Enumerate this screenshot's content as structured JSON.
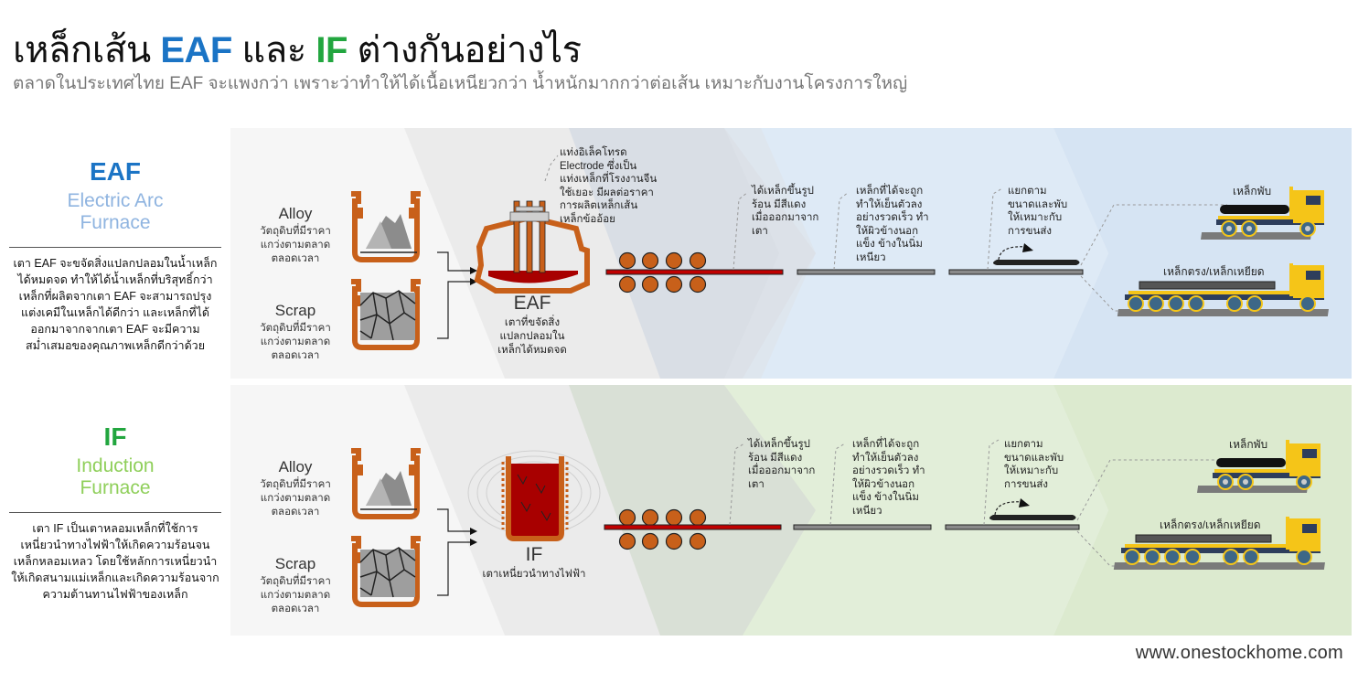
{
  "header": {
    "title_pre": "เหล็กเส้น ",
    "title_eaf": "EAF",
    "title_mid": " และ ",
    "title_if": "IF",
    "title_post": " ต่างกันอย่างไร",
    "subtitle": "ตลาดในประเทศไทย EAF จะแพงกว่า เพราะว่าทำให้ได้เนื้อเหนียวกว่า น้ำหนักมากกว่าต่อเส้น เหมาะกับงานโครงการใหญ่"
  },
  "colors": {
    "eaf_blue": "#1b74c5",
    "eaf_light": "#8fb4e0",
    "if_green": "#22a63f",
    "if_light": "#8fcf5a",
    "furnace_orange": "#c8601a",
    "molten_red": "#a80000",
    "truck_yellow": "#f5c518"
  },
  "eaf": {
    "abbr": "EAF",
    "full_line1": "Electric Arc",
    "full_line2": "Furnace",
    "description": [
      "เตา EAF จะขจัดสิ่งแปลกปลอมในน้ำเหล็ก",
      "ได้หมดจด ทำให้ได้น้ำเหล็กที่บริสุทธิ์กว่า",
      "เหล็กที่ผลิตจากเตา EAF จะสามารถปรุง",
      "แต่งเคมีในเหล็กได้ดีกว่า และเหล็กที่ได้",
      "ออกมาจากจากเตา EAF จะมีความ",
      "สม่ำเสมอของคุณภาพเหล็กดีกว่าด้วย"
    ],
    "materials": [
      {
        "name": "Alloy",
        "sub": [
          "วัตถุดิบที่มีราคา",
          "แกว่งตามตลาด",
          "ตลอดเวลา"
        ]
      },
      {
        "name": "Scrap",
        "sub": [
          "วัตถุดิบที่มีราคา",
          "แกว่งตามตลาด",
          "ตลอดเวลา"
        ]
      }
    ],
    "furnace": {
      "name": "EAF",
      "sub": [
        "เตาที่ขจัดสิ่ง",
        "แปลกปลอมใน",
        "เหล็กได้หมดจด"
      ]
    },
    "electrode_note": [
      "แท่งอิเล็คโทรด",
      "Electrode ซึ่งเป็น",
      "แท่งเหล็กที่โรงงานจีน",
      "ใช้เยอะ มีผลต่อราคา",
      "การผลิตเหล็กเส้น",
      "เหล็กข้ออ้อย"
    ],
    "steps": [
      [
        "ได้เหล็กขึ้นรูป",
        "ร้อน มีสีแดง",
        "เมื่อออกมาจาก",
        "เตา"
      ],
      [
        "เหล็กที่ได้จะถูก",
        "ทำให้เย็นตัวลง",
        "อย่างรวดเร็ว ทำ",
        "ให้ผิวข้างนอก",
        "แข็ง ข้างในนิ่ม",
        "เหนียว"
      ],
      [
        "แยกตาม",
        "ขนาดและพับ",
        "ให้เหมาะกับ",
        "การขนส่ง"
      ]
    ],
    "trucks": {
      "folded": "เหล็กพับ",
      "straight": "เหล็กตรง/เหล็กเหยียด"
    }
  },
  "if": {
    "abbr": "IF",
    "full_line1": "Induction",
    "full_line2": "Furnace",
    "description": [
      "เตา IF เป็นเตาหลอมเหล็กที่ใช้การ",
      "เหนี่ยวนำทางไฟฟ้าให้เกิดความร้อนจน",
      "เหล็กหลอมเหลว โดยใช้หลักการเหนี่ยวนำ",
      "ให้เกิดสนามแม่เหล็กและเกิดความร้อนจาก",
      "ความต้านทานไฟฟ้าของเหล็ก"
    ],
    "materials": [
      {
        "name": "Alloy",
        "sub": [
          "วัตถุดิบที่มีราคา",
          "แกว่งตามตลาด",
          "ตลอดเวลา"
        ]
      },
      {
        "name": "Scrap",
        "sub": [
          "วัตถุดิบที่มีราคา",
          "แกว่งตามตลาด",
          "ตลอดเวลา"
        ]
      }
    ],
    "furnace": {
      "name": "IF",
      "sub": [
        "เตาเหนี่ยวนำทางไฟฟ้า"
      ]
    },
    "steps": [
      [
        "ได้เหล็กขึ้นรูป",
        "ร้อน มีสีแดง",
        "เมื่อออกมาจาก",
        "เตา"
      ],
      [
        "เหล็กที่ได้จะถูก",
        "ทำให้เย็นตัวลง",
        "อย่างรวดเร็ว ทำ",
        "ให้ผิวข้างนอก",
        "แข็ง ข้างในนิ่ม",
        "เหนียว"
      ],
      [
        "แยกตาม",
        "ขนาดและพับ",
        "ให้เหมาะกับ",
        "การขนส่ง"
      ]
    ],
    "trucks": {
      "folded": "เหล็กพับ",
      "straight": "เหล็กตรง/เหล็กเหยียด"
    }
  },
  "footer": {
    "website": "www.onestockhome.com"
  }
}
